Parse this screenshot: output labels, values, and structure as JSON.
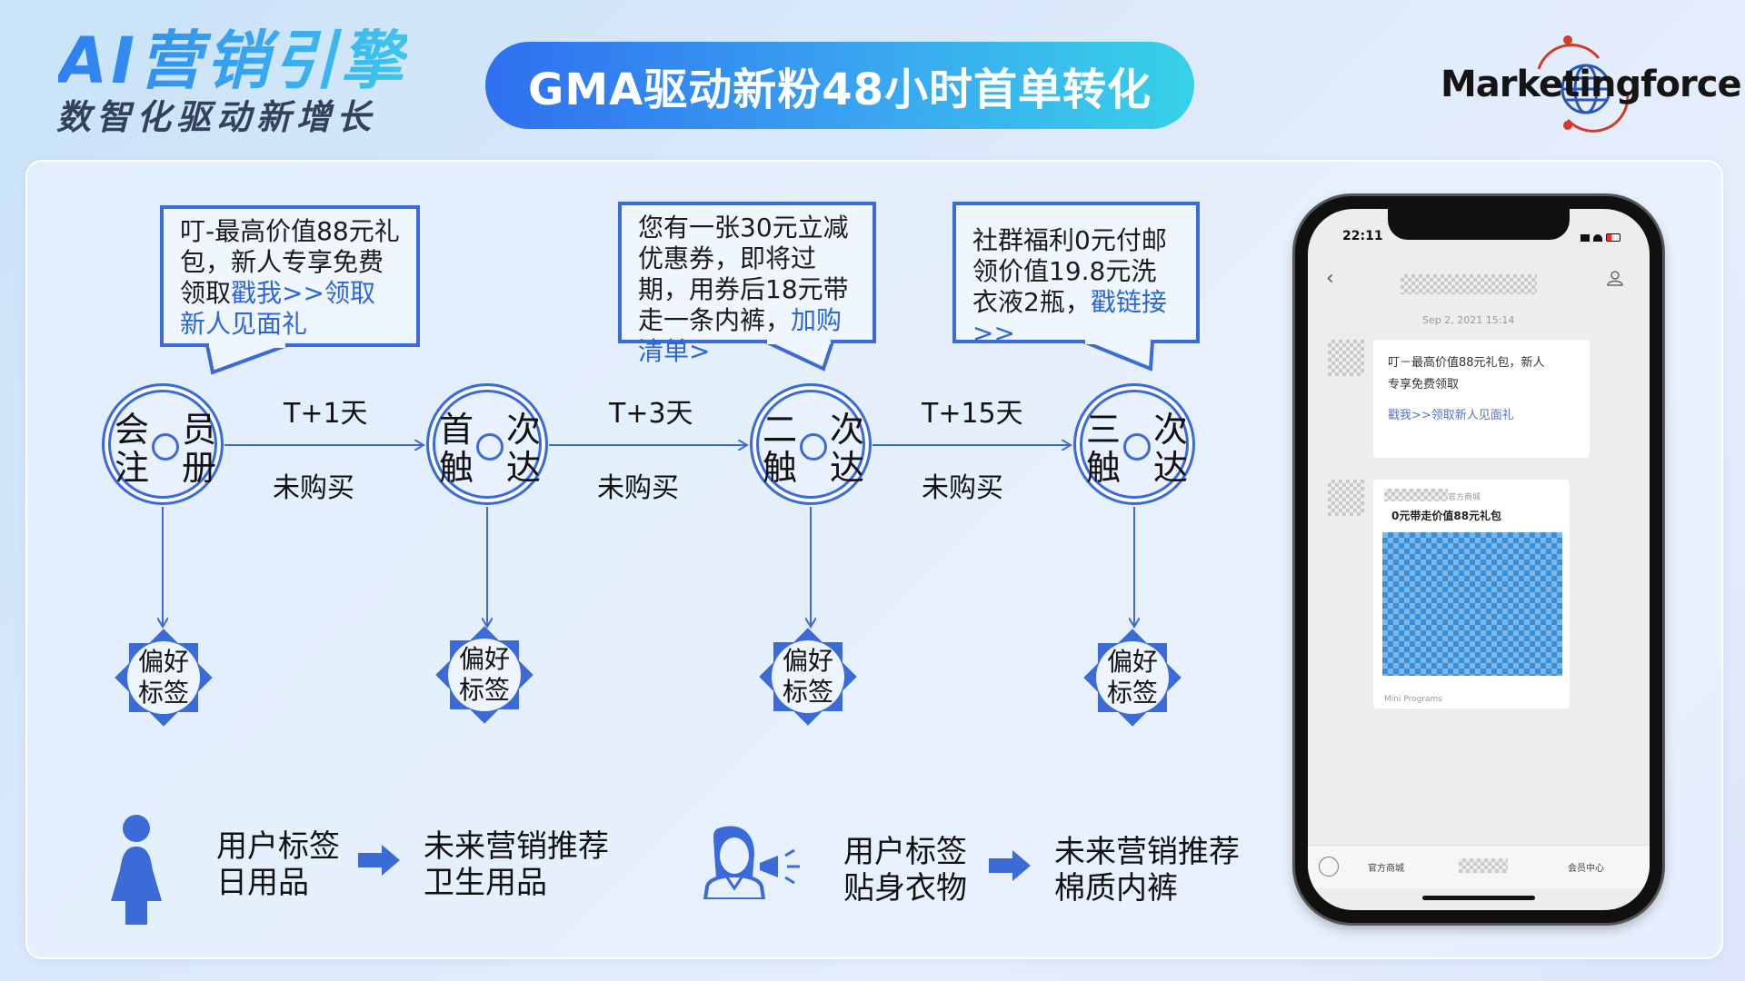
{
  "header": {
    "brand_main": "AI营销引擎",
    "brand_sub": "数智化驱动新增长",
    "title": "GMA驱动新粉48小时首单转化",
    "logo_text": "Marketingforce"
  },
  "bubbles": [
    {
      "text": "叮-最高价值88元礼包，新人专享免费领取",
      "link": "戳我>>领取新人见面礼"
    },
    {
      "text": "您有一张30元立减优惠券，即将过期，用券后18元带走一条内裤，",
      "link": "加购清单>"
    },
    {
      "text": "社群福利0元付邮领价值19.8元洗衣液2瓶，",
      "link": "戳链接>>"
    }
  ],
  "nodes": [
    {
      "c1": "会",
      "c2": "员",
      "c3": "注",
      "c4": "册"
    },
    {
      "c1": "首",
      "c2": "次",
      "c3": "触",
      "c4": "达"
    },
    {
      "c1": "二",
      "c2": "次",
      "c3": "触",
      "c4": "达"
    },
    {
      "c1": "三",
      "c2": "次",
      "c3": "触",
      "c4": "达"
    }
  ],
  "steps": [
    {
      "time": "T+1天",
      "cond": "未购买"
    },
    {
      "time": "T+3天",
      "cond": "未购买"
    },
    {
      "time": "T+15天",
      "cond": "未购买"
    }
  ],
  "badges": [
    {
      "line1": "偏好",
      "line2": "标签"
    },
    {
      "line1": "偏好",
      "line2": "标签"
    },
    {
      "line1": "偏好",
      "line2": "标签"
    },
    {
      "line1": "偏好",
      "line2": "标签"
    }
  ],
  "legend": [
    {
      "icon": "woman-icon",
      "tag_title": "用户标签",
      "tag_value": "日用品",
      "rec_title": "未来营销推荐",
      "rec_value": "卫生用品"
    },
    {
      "icon": "announcer-icon",
      "tag_title": "用户标签",
      "tag_value": "贴身衣物",
      "rec_title": "未来营销推荐",
      "rec_value": "棉质内裤"
    }
  ],
  "phone": {
    "time": "22:11",
    "date": "Sep 2, 2021 15:14",
    "msg1_line1": "叮－最高价值88元礼包，新人",
    "msg1_line2": "专享免费领取",
    "msg1_link": "戳我>>领取新人见面礼",
    "mini_source": "官方商城",
    "mini_title": "0元带走价值88元礼包",
    "mini_footer": "Mini Programs",
    "menu": [
      "官方商城",
      "会员中心"
    ]
  }
}
